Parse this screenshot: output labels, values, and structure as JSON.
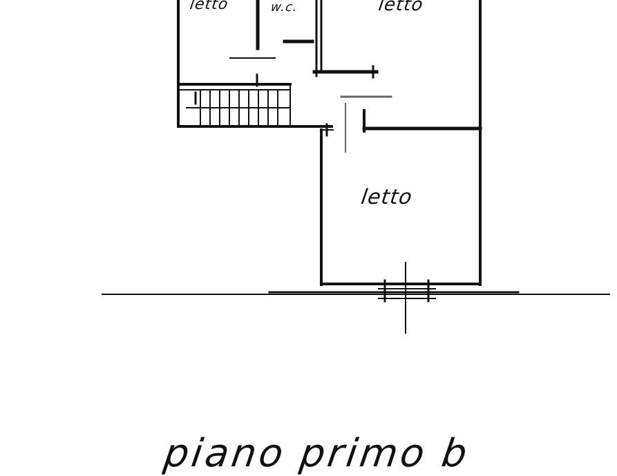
{
  "floor_plan": {
    "rooms": {
      "top_left": "letto",
      "wc": "w.c.",
      "top_right": "letto",
      "bottom": "letto"
    },
    "title": "piano primo b"
  },
  "colors": {
    "ink": "#111111",
    "paper": "#ffffff"
  }
}
